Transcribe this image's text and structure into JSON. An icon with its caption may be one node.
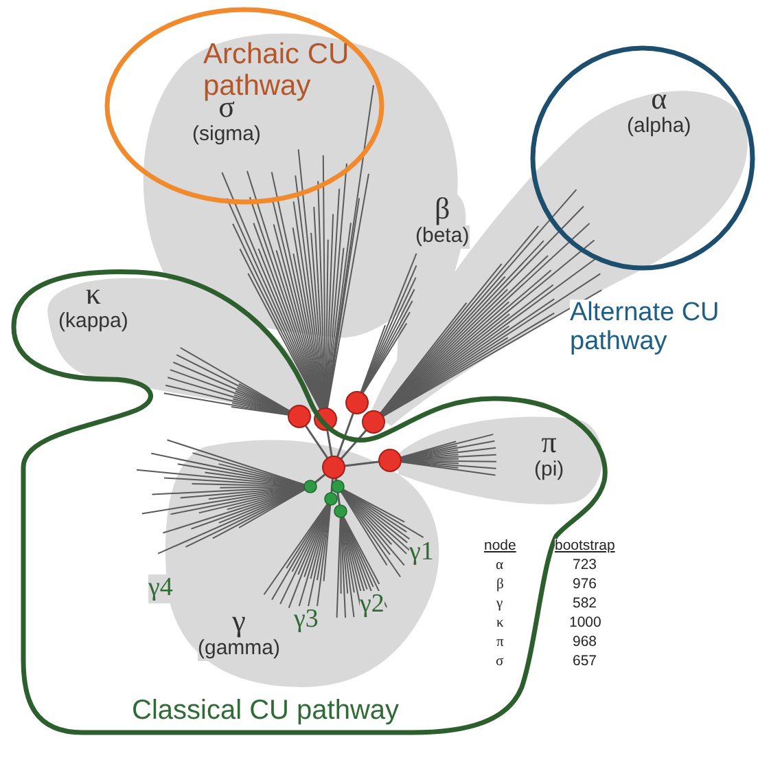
{
  "diagram": {
    "nodes": [
      {
        "text": [
          "σ",
          "(sigma)"
        ]
      },
      {
        "text": [
          "β",
          "(beta)"
        ]
      },
      {
        "text": [
          "α",
          "(alpha)"
        ]
      },
      {
        "text": [
          "κ",
          "(kappa)"
        ]
      },
      {
        "text": [
          "π",
          "(pi)"
        ]
      },
      {
        "text": [
          "γ",
          "(gamma)"
        ]
      }
    ],
    "labels": [
      "Archaic CU pathway",
      "Alternate CU pathway",
      "γ1",
      "γ4",
      "γ2",
      "γ3",
      "node",
      "bootstrap",
      "α",
      "723",
      "β",
      "976",
      "γ",
      "582",
      "κ",
      "1000",
      "π",
      "968",
      "σ",
      "657",
      "Classical CU pathway"
    ]
  }
}
